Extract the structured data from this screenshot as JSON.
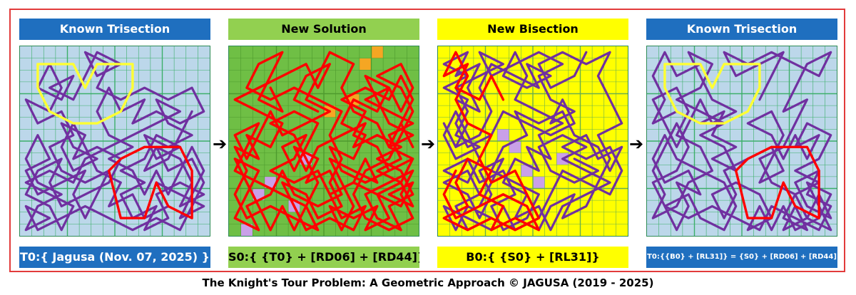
{
  "caption": "The Knight's Tour Problem: A Geometric Approach © JAGUSA (2019 - 2025)",
  "arrow_glyph": "➔",
  "colors": {
    "frame": "#e23b3b",
    "route": "#7030a0",
    "highlight_red": "#ff0000",
    "highlight_yellow": "#ffff33"
  },
  "panels": [
    {
      "header": "Known Trisection",
      "header_bg": "#1f6fbf",
      "header_fg": "#ffffff",
      "board_bg": "#bcd7ea",
      "grid_color": "#3daf6a",
      "label": "T0:{ Jagusa (Nov. 07, 2025) }",
      "label_bg": "#1f6fbf",
      "label_fg": "#ffffff",
      "label_small": false
    },
    {
      "header": "New Solution",
      "header_bg": "#92d050",
      "header_fg": "#000000",
      "board_bg": "#6fbf45",
      "grid_color": "#4e9a2e",
      "label": "S0:{ {T0} +  [RD06] + [RD44]}",
      "label_bg": "#92d050",
      "label_fg": "#000000",
      "label_small": false
    },
    {
      "header": "New Bisection",
      "header_bg": "#ffff00",
      "header_fg": "#000000",
      "board_bg": "#ffff00",
      "grid_color": "#6ab04c",
      "label": "B0:{ {S0} +  [RL31]}",
      "label_bg": "#ffff00",
      "label_fg": "#000000",
      "label_small": false
    },
    {
      "header": "Known Trisection",
      "header_bg": "#1f6fbf",
      "header_fg": "#ffffff",
      "board_bg": "#bcd7ea",
      "grid_color": "#3daf6a",
      "label": "T0:{{B0} + [RL31]} = {S0} + [RD06] + [RD44]",
      "label_bg": "#1f6fbf",
      "label_fg": "#ffffff",
      "label_small": true
    }
  ]
}
